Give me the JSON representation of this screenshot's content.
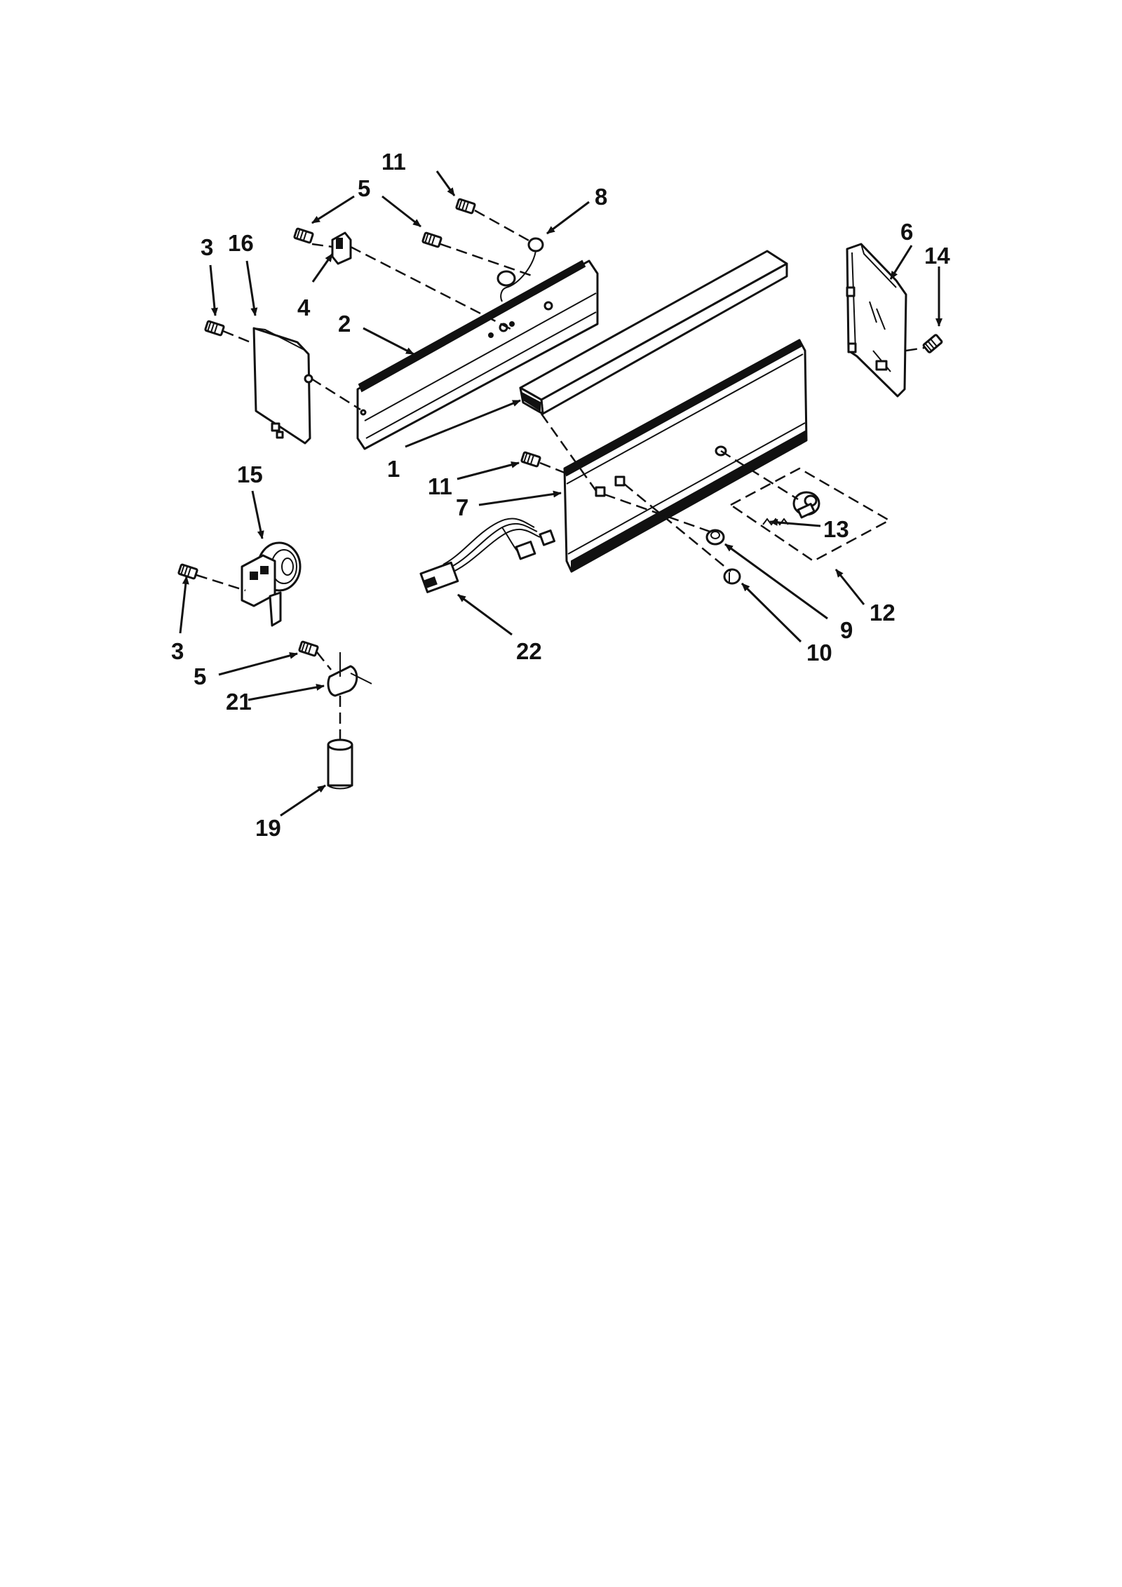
{
  "callouts": {
    "c1": "1",
    "c2": "2",
    "c3_top": "3",
    "c3_bottom": "3",
    "c4": "4",
    "c5_top": "5",
    "c5_bottom": "5",
    "c6": "6",
    "c7": "7",
    "c8": "8",
    "c9": "9",
    "c10": "10",
    "c11_top": "11",
    "c11_mid": "11",
    "c12": "12",
    "c13": "13",
    "c14": "14",
    "c15": "15",
    "c16": "16",
    "c19": "19",
    "c21": "21",
    "c22": "22"
  },
  "colors": {
    "ink": "#111111",
    "paper": "#ffffff"
  }
}
